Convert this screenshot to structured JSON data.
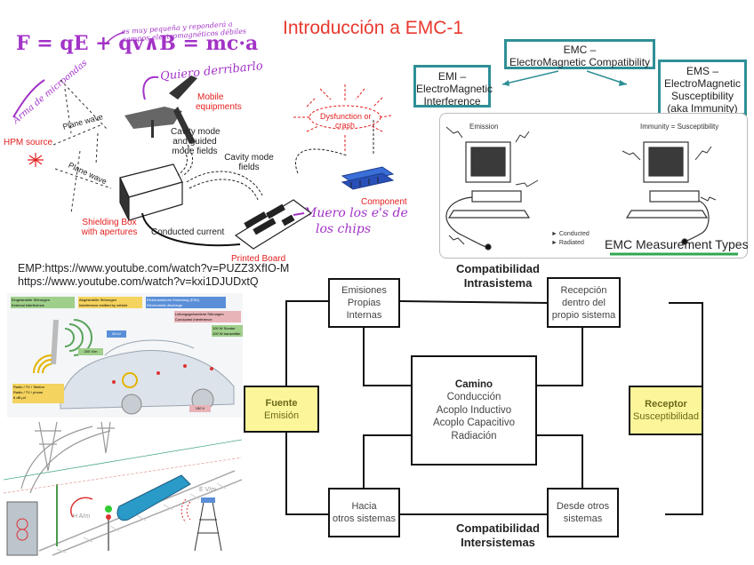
{
  "slide": {
    "title": "Introducción a EMC-1"
  },
  "handwritten": {
    "formula": "F = qE + qv∧B = mc·a",
    "formula_note": "es muy pequeña y reponderá a campos electromagnéticos débiles",
    "arma_note": "Arma de microondas",
    "quiero_note": "Quiero derribarlo",
    "chips_note_line1": "Muero los e's de",
    "chips_note_line2": "los chips"
  },
  "hpm_diagram": {
    "hpm_source": "HPM source",
    "plane_wave_1": "Plane wave",
    "plane_wave_2": "Plane wave",
    "mobile_equipment_line1": "Mobile",
    "mobile_equipment_line2": "equipments",
    "cavity_mode_line1": "Cavity mode",
    "cavity_mode_line2": "and guided",
    "cavity_mode_line3": "mode fields",
    "cavity_fields_line1": "Cavity mode",
    "cavity_fields_line2": "fields",
    "shielding_line1": "Shielding Box",
    "shielding_line2": "with apertures",
    "conducted_current": "Conducted current",
    "printed_board": "Printed Board",
    "dysfunction_line1": "Dysfunction or",
    "dysfunction_line2": "crash",
    "component": "Component"
  },
  "emc_tree": {
    "emc_line1": "EMC –",
    "emc_line2": "ElectroMagnetic Compatibility",
    "emi_line1": "EMI –",
    "emi_line2": "ElectroMagnetic",
    "emi_line3": "Interference",
    "ems_line1": "EMS –",
    "ems_line2": "ElectroMagnetic",
    "ems_line3": "Susceptibility",
    "ems_line4": "(aka Immunity)"
  },
  "measurement_panel": {
    "emission": "Emission",
    "immunity": "Immunity = Susceptibility",
    "legend_conducted": "► Conducted",
    "legend_radiated": "► Radiated",
    "caption": "EMC Measurement Types",
    "caption_underline_color": "#2fa84f"
  },
  "links": {
    "emp": "EMP:https://www.youtube.com/watch?v=PUZZ3XfIO-M",
    "second": "https://www.youtube.com/watch?v=kxi1DJUDxtQ"
  },
  "car_image": {
    "tag_external": "Eingestrahlte Störungen",
    "tag_external_sub": "External interference",
    "tag_vehicle": "Abgestrahlte Störungen",
    "tag_vehicle_sub": "Interference emitted by vehicle",
    "tag_esd": "Elektrostatische Entladung (ESD)",
    "tag_esd_sub": "Electrostatic discharge",
    "tag_conducted": "Leitungsgebundene Störungen",
    "tag_conducted_sub": "Conducted interference",
    "tag_sender": "100 W Sender",
    "tag_sender_sub": "100 W transmitter",
    "tag_25kv": "25 kV",
    "tag_200vm": "200 V/m",
    "tag_radio": "Radio / TV / Telefon",
    "tag_radio_sub": "Radio / TV / phone",
    "tag_radio_val": "6 dB µV",
    "tag_150v": "150 V"
  },
  "train_image": {
    "h_field": "H A/m",
    "e_field": "E V/m"
  },
  "compat_diagram": {
    "intra_line1": "Compatibilidad",
    "intra_line2": "Intrasistema",
    "inter_line1": "Compatibilidad",
    "inter_line2": "Intersistemas",
    "emisiones_line1": "Emisiones",
    "emisiones_line2": "Propias",
    "emisiones_line3": "Internas",
    "recepcion_line1": "Recepción",
    "recepcion_line2": "dentro del",
    "recepcion_line3": "propio sistema",
    "camino_title": "Camino",
    "camino_1": "Conducción",
    "camino_2": "Acoplo Inductivo",
    "camino_3": "Acoplo Capacitivo",
    "camino_4": "Radiación",
    "fuente_title": "Fuente",
    "fuente_sub": "Emisión",
    "receptor_title": "Receptor",
    "receptor_sub": "Susceptibilidad",
    "hacia_line1": "Hacia",
    "hacia_line2": "otros sistemas",
    "desde_line1": "Desde otros",
    "desde_line2": "sistemas"
  },
  "colors": {
    "title_red": "#e8392f",
    "teal": "#2f8f97",
    "handwriting_purple": "#a233c7",
    "label_red": "#e41e1e",
    "yellow_box": "#fdf59a"
  }
}
